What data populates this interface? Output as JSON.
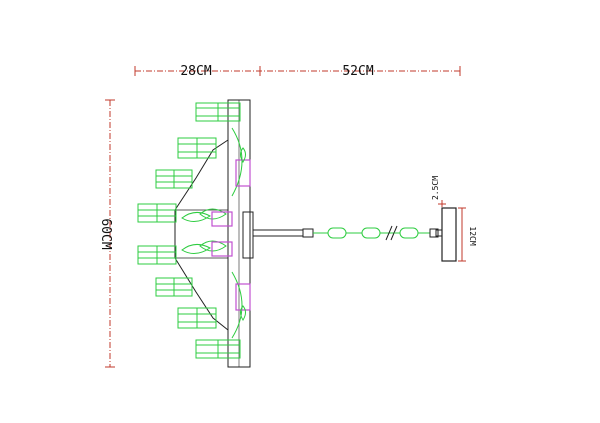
{
  "dimensions": {
    "width_top_left": "28CM",
    "width_top_right": "52CM",
    "height_left": "60CM",
    "canopy_gap": "2.5CM",
    "canopy_height": "12CM"
  },
  "colors": {
    "dimension_line": "#c0392b",
    "crystal": "#2ecc40",
    "bulb": "#c04fd0",
    "frame": "#222222",
    "chain": "#2ecc40"
  }
}
